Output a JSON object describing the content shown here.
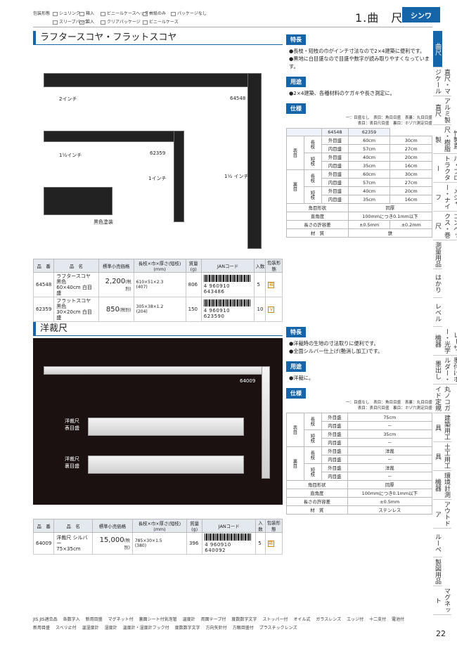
{
  "header": {
    "legend_title": "包装形態",
    "legend": [
      "シュリンク",
      "スリーブパック",
      "箱入",
      "袋入",
      "ビニールケースヘッダー",
      "クリアパッケージ",
      "台紙のみ",
      "ビニールケース",
      "パッケージなし"
    ],
    "category": "1.曲　尺",
    "logo": "シンワ"
  },
  "side_index": [
    "曲尺",
    "直尺・マジケール",
    "アルミ製直尺",
    "竹製直尺・樹脂製",
    "スケール・プロトラクター",
    "メジャー・ナイフ",
    "コンベックス・巻尺",
    "測量用品",
    "はかり",
    "レベル",
    "レーザー・光学機器",
    "墨付けホルダー・墨出し",
    "丸ノコガイド定規",
    "建築用工具",
    "土工用工具",
    "環境計測機器",
    "アウトドア",
    "ルーペ",
    "製図用品",
    "マグネット"
  ],
  "page_number": "22",
  "section1": {
    "title": "ラフタースコヤ・フラットスコヤ",
    "photo_labels": {
      "a": "2インチ",
      "b": "1½インチ",
      "c": "64548",
      "d": "62359",
      "e": "1インチ",
      "f": "1½ インチ",
      "g": "黒色塗装"
    },
    "feature_label": "特長",
    "features": [
      "●長枝・短枝の巾がインチ寸法なので2×4建築に便利です。",
      "●黒地に白目盛なので目盛や数字が読み取りやすくなっています。"
    ],
    "use_label": "用途",
    "uses": [
      "●2×4建築、各種材料のケガキや長さ測定に。"
    ],
    "spec_label": "仕様",
    "spec_note": "一：目盛なし　表目：角目目盛　表裏：丸目目盛\n表目：表目尺目盛　裏目：ホゾ穴測定目盛",
    "spec_cols": [
      "64548",
      "62359"
    ],
    "spec_rows": [
      {
        "g": "長枝",
        "s": "外目盛",
        "v": [
          "60cm",
          "30cm"
        ]
      },
      {
        "g": "長枝",
        "s": "内目盛",
        "v": [
          "57cm",
          "27cm"
        ]
      },
      {
        "g": "短枝",
        "s": "外目盛",
        "v": [
          "40cm",
          "20cm"
        ]
      },
      {
        "g": "短枝",
        "s": "内目盛",
        "v": [
          "35cm",
          "16cm"
        ]
      },
      {
        "g": "長枝",
        "s": "外目盛",
        "v": [
          "60cm",
          "30cm"
        ]
      },
      {
        "g": "長枝",
        "s": "内目盛",
        "v": [
          "57cm",
          "27cm"
        ]
      },
      {
        "g": "短枝",
        "s": "外目盛",
        "v": [
          "40cm",
          "20cm"
        ]
      },
      {
        "g": "短枝",
        "s": "内目盛",
        "v": [
          "35cm",
          "16cm"
        ]
      }
    ],
    "group_labels": [
      "表目",
      "裏目"
    ],
    "spec_extra": [
      {
        "k": "角目形状",
        "v": "同厚"
      },
      {
        "k": "直角度",
        "v": "100mmにつき0.1mm以下"
      },
      {
        "k": "長さの許容差",
        "v": [
          "±0.5mm",
          "±0.2mm"
        ]
      },
      {
        "k": "材　質",
        "v": "鉄"
      }
    ],
    "table_headers": [
      "品　番",
      "品　名",
      "標準小売価格",
      "長枝×巾×厚さ(短枝)　(mm)",
      "質量(g)",
      "JANコード",
      "入数",
      "包装形態"
    ],
    "products": [
      {
        "code": "64548",
        "name": "ラフタースコヤ 黒色\n60×40cm 白目盛",
        "price": "2,200",
        "tax": "(税別)",
        "dims": "610×51×2.3\n(407)",
        "mass": "806",
        "jan": "4 960910 643486",
        "qty": "5",
        "pack": "箱"
      },
      {
        "code": "62359",
        "name": "フラットスコヤ 黒色\n30×20cm 白目盛",
        "price": "850",
        "tax": "(税別)",
        "dims": "305×38×1.2\n(204)",
        "mass": "150",
        "jan": "4 960910 623590",
        "qty": "10",
        "pack": "V"
      }
    ]
  },
  "section2": {
    "title": "洋裁尺",
    "photo_labels": {
      "a": "64009",
      "b": "洋裁尺\n表目盛",
      "c": "洋裁尺\n裏目盛"
    },
    "feature_label": "特長",
    "features": [
      "●洋裁時の生地の寸法取りに便利です。",
      "●全面シルバー仕上げ(艶消し加工)です。"
    ],
    "use_label": "用途",
    "uses": [
      "●洋裁に。"
    ],
    "spec_label": "仕様",
    "spec_note": "一：目盛なし　表目：角目目盛　表裏：丸目目盛\n表目：表目尺目盛　裏目：ホゾ穴測定目盛",
    "spec_rows": [
      {
        "g": "長枝",
        "s": "外目盛",
        "v": "75cm"
      },
      {
        "g": "長枝",
        "s": "内目盛",
        "v": "－"
      },
      {
        "g": "短枝",
        "s": "外目盛",
        "v": "35cm"
      },
      {
        "g": "短枝",
        "s": "内目盛",
        "v": "－"
      },
      {
        "g": "長枝",
        "s": "外目盛",
        "v": "洋裁"
      },
      {
        "g": "長枝",
        "s": "内目盛",
        "v": "－"
      },
      {
        "g": "短枝",
        "s": "外目盛",
        "v": "洋裁"
      },
      {
        "g": "短枝",
        "s": "内目盛",
        "v": "－"
      }
    ],
    "group_labels": [
      "表目",
      "裏目"
    ],
    "spec_extra": [
      {
        "k": "角目形状",
        "v": "同厚"
      },
      {
        "k": "直角度",
        "v": "100mmにつき0.1mm以下"
      },
      {
        "k": "長さの許容差",
        "v": "±0.5mm"
      },
      {
        "k": "材　質",
        "v": "ステンレス"
      }
    ],
    "table_headers": [
      "品　番",
      "品　名",
      "標準小売価格",
      "長枝×巾×厚さ(短枝)　(mm)",
      "質量(g)",
      "JANコード",
      "入数",
      "包装形態"
    ],
    "products": [
      {
        "code": "64009",
        "name": "洋裁尺 シルバー\n75×35cm",
        "price": "15,000",
        "tax": "(税別)",
        "dims": "785×30×1.5\n(380)",
        "mass": "396",
        "jan": "4 960910 640092",
        "qty": "5",
        "pack": "箱"
      }
    ]
  },
  "footer": [
    "JIS JIS適合品",
    "各数字入",
    "新用目盛",
    "マグネット付",
    "裏面シート付気泡管",
    "温度計",
    "両面テープ付",
    "度数数字文字",
    "ストッパー付",
    "オイル式",
    "ガラスレンズ",
    "エッジ付",
    "十二支付",
    "電池付",
    "新用目盛",
    "スベリ止付",
    "温湿度計",
    "湿度計",
    "温度計・湿度計フック付",
    "度数数字文字",
    "方向矢針付",
    "方眼目盛付",
    "プラスチックレンズ"
  ]
}
